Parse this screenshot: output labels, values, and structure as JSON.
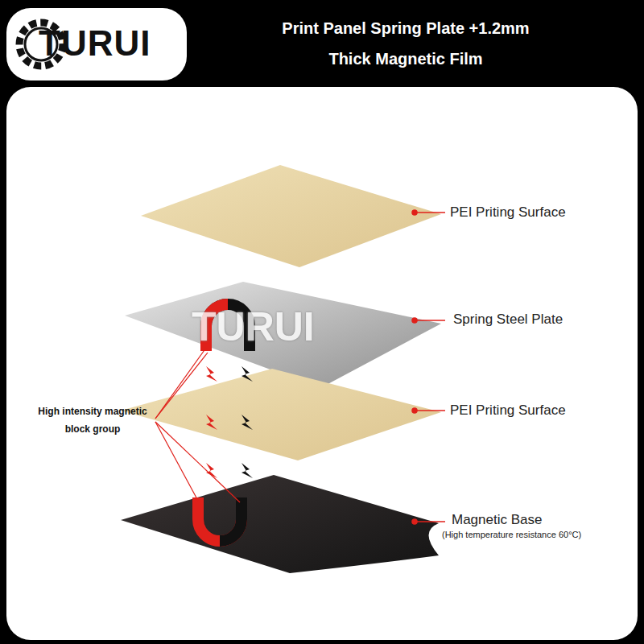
{
  "diagram": {
    "title": "Print Panel Spring Plate +1.2mm Thick Magnetic Film",
    "nodes": [
      {
        "text": [
          "TURUI"
        ]
      }
    ],
    "labels": [
      "TURUI",
      "PEI Priting Surface",
      "Spring Steel Plate",
      "PEI Priting Surface",
      "Magnetic Base",
      "(High temperature resistance 60°C)",
      "High intensity magnetic block group"
    ]
  }
}
